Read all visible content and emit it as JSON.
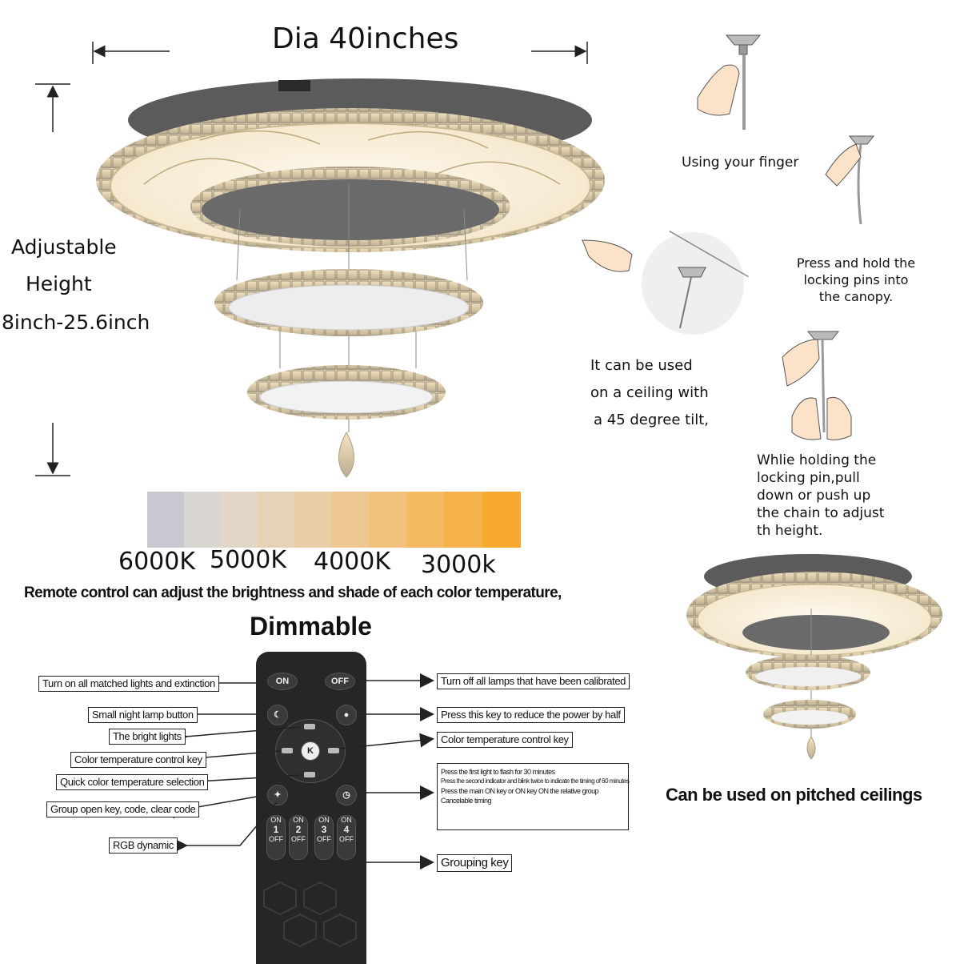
{
  "dimension": {
    "diameter": "Dia 40inches",
    "adjustable_line1": "Adjustable",
    "adjustable_line2": "Height",
    "adjustable_line3": "8inch-25.6inch"
  },
  "installation": {
    "step1": "Using your finger",
    "step2": [
      "Press and hold the",
      "locking pins into",
      "the canopy."
    ],
    "tilt": [
      "It can be used",
      "on a ceiling with",
      "a 45 degree tilt,"
    ],
    "step3": [
      "Whlie holding the",
      "locking pin,pull",
      "down or push up",
      "the chain to adjust",
      "th height."
    ],
    "pitched": "Can be used on pitched ceilings"
  },
  "color_temperature": {
    "swatches": [
      "#c9c7cf",
      "#d9d6d2",
      "#e2d6c6",
      "#e6d2b6",
      "#e9cda6",
      "#eec892",
      "#f1c27d",
      "#f4bb63",
      "#f6b24a",
      "#f7a92f"
    ],
    "labels": [
      "6000K",
      "5000K",
      "4000K",
      "3000k"
    ],
    "remote_note": "Remote control can adjust the brightness and shade of each color temperature,",
    "dimmable": "Dimmable"
  },
  "remote": {
    "on_label": "ON",
    "off_label": "OFF",
    "group_on": "ON",
    "group_off": "OFF",
    "groups": [
      "1",
      "2",
      "3",
      "4"
    ],
    "center_label": "K",
    "left_callouts": [
      "Turn on all matched lights and extinction",
      "Small night lamp button",
      "The bright lights",
      "Color temperature control key",
      "Quick color temperature selection",
      "Group open key, code, clear code",
      "RGB dynamic"
    ],
    "right_callouts": {
      "off": "Turn off all lamps that have been calibrated",
      "half": "Press this key to reduce the power by half",
      "color": "Color temperature control key",
      "timer": [
        "Press the first light to flash for 30 minutes",
        "Press the second indicator and blink twice to indicate the timing of 60 minutes",
        "Press the main ON key or ON key ON the relative group",
        "Cancelable timing"
      ],
      "grouping": "Grouping key"
    }
  }
}
